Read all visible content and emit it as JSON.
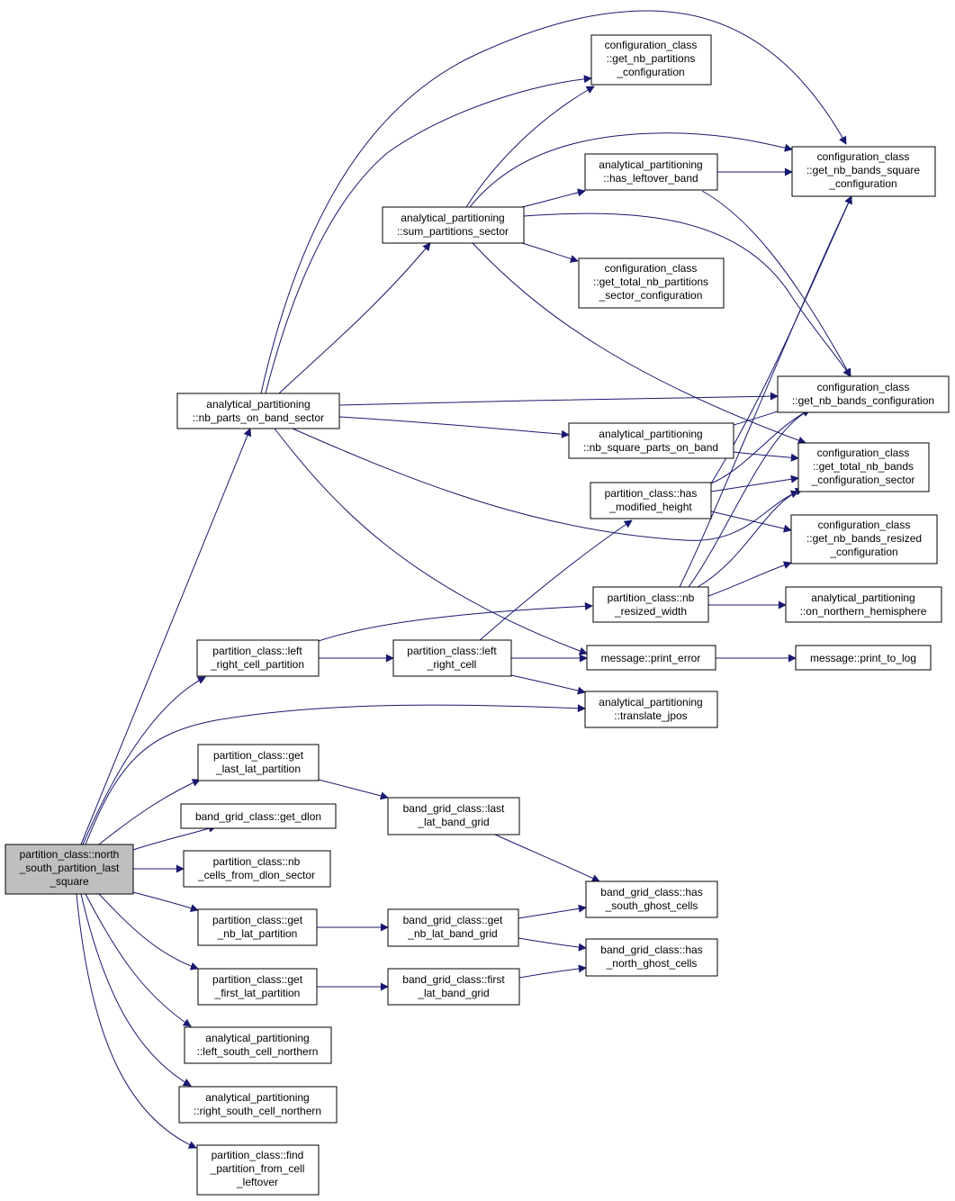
{
  "diagram": {
    "type": "call-graph",
    "colors": {
      "edge": "#191970",
      "root_fill": "#bfbfbf",
      "node_fill": "#ffffff",
      "border": "#000000"
    },
    "nodes": [
      {
        "id": "root",
        "lines": [
          "partition_class::north",
          "_south_partition_last",
          "_square"
        ]
      },
      {
        "id": "nb_parts",
        "lines": [
          "analytical_partitioning",
          "::nb_parts_on_band_sector"
        ]
      },
      {
        "id": "cfg_nb_part",
        "lines": [
          "configuration_class",
          "::get_nb_partitions",
          "_configuration"
        ]
      },
      {
        "id": "cfg_sq",
        "lines": [
          "configuration_class",
          "::get_nb_bands_square",
          "_configuration"
        ]
      },
      {
        "id": "has_left",
        "lines": [
          "analytical_partitioning",
          "::has_leftover_band"
        ]
      },
      {
        "id": "sum_part",
        "lines": [
          "analytical_partitioning",
          "::sum_partitions_sector"
        ]
      },
      {
        "id": "cfg_tot_part",
        "lines": [
          "configuration_class",
          "::get_total_nb_partitions",
          "_sector_configuration"
        ]
      },
      {
        "id": "cfg_bands",
        "lines": [
          "configuration_class",
          "::get_nb_bands_configuration"
        ]
      },
      {
        "id": "nb_sq_parts",
        "lines": [
          "analytical_partitioning",
          "::nb_square_parts_on_band"
        ]
      },
      {
        "id": "cfg_tot_bands",
        "lines": [
          "configuration_class",
          "::get_total_nb_bands",
          "_configuration_sector"
        ]
      },
      {
        "id": "has_mod",
        "lines": [
          "partition_class::has",
          "_modified_height"
        ]
      },
      {
        "id": "cfg_resized",
        "lines": [
          "configuration_class",
          "::get_nb_bands_resized",
          "_configuration"
        ]
      },
      {
        "id": "nb_resized",
        "lines": [
          "partition_class::nb",
          "_resized_width"
        ]
      },
      {
        "id": "on_north",
        "lines": [
          "analytical_partitioning",
          "::on_northern_hemisphere"
        ]
      },
      {
        "id": "lr_cell_part",
        "lines": [
          "partition_class::left",
          "_right_cell_partition"
        ]
      },
      {
        "id": "lr_cell",
        "lines": [
          "partition_class::left",
          "_right_cell"
        ]
      },
      {
        "id": "print_err",
        "lines": [
          "message::print_error"
        ]
      },
      {
        "id": "print_log",
        "lines": [
          "message::print_to_log"
        ]
      },
      {
        "id": "translate",
        "lines": [
          "analytical_partitioning",
          "::translate_jpos"
        ]
      },
      {
        "id": "get_last_lat",
        "lines": [
          "partition_class::get",
          "_last_lat_partition"
        ]
      },
      {
        "id": "last_lat_bg",
        "lines": [
          "band_grid_class::last",
          "_lat_band_grid"
        ]
      },
      {
        "id": "get_dlon",
        "lines": [
          "band_grid_class::get_dlon"
        ]
      },
      {
        "id": "nb_cells",
        "lines": [
          "partition_class::nb",
          "_cells_from_dlon_sector"
        ]
      },
      {
        "id": "has_south",
        "lines": [
          "band_grid_class::has",
          "_south_ghost_cells"
        ]
      },
      {
        "id": "get_nb_lat",
        "lines": [
          "partition_class::get",
          "_nb_lat_partition"
        ]
      },
      {
        "id": "nb_lat_bg",
        "lines": [
          "band_grid_class::get",
          "_nb_lat_band_grid"
        ]
      },
      {
        "id": "has_north",
        "lines": [
          "band_grid_class::has",
          "_north_ghost_cells"
        ]
      },
      {
        "id": "get_first_lat",
        "lines": [
          "partition_class::get",
          "_first_lat_partition"
        ]
      },
      {
        "id": "first_lat_bg",
        "lines": [
          "band_grid_class::first",
          "_lat_band_grid"
        ]
      },
      {
        "id": "left_south",
        "lines": [
          "analytical_partitioning",
          "::left_south_cell_northern"
        ]
      },
      {
        "id": "right_south",
        "lines": [
          "analytical_partitioning",
          "::right_south_cell_northern"
        ]
      },
      {
        "id": "find_part",
        "lines": [
          "partition_class::find",
          "_partition_from_cell",
          "_leftover"
        ]
      }
    ]
  }
}
